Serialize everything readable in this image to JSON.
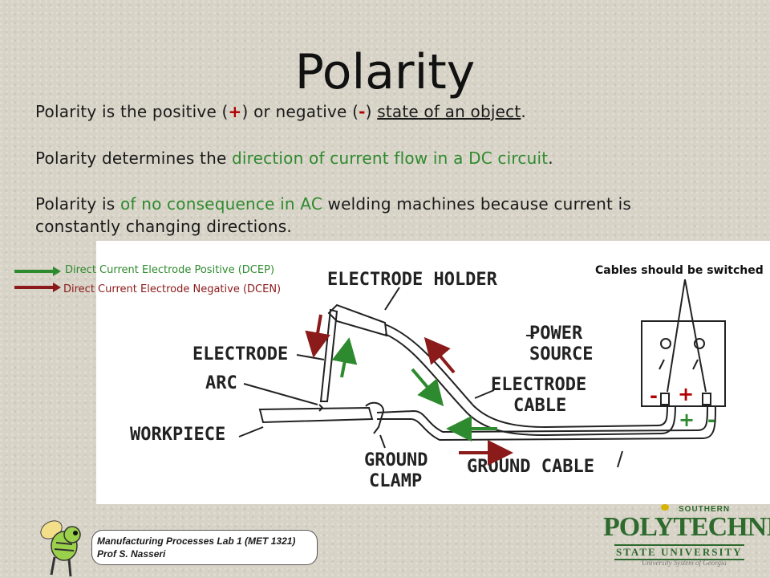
{
  "title": "Polarity",
  "body": {
    "line1_a": "Polarity is the positive (",
    "line1_plus": "+",
    "line1_b": ") or negative (",
    "line1_minus": "-",
    "line1_c": ") ",
    "line1_u": "state of an object",
    "line1_d": ".",
    "line2_a": "Polarity determines the ",
    "line2_green": "direction of current flow in a DC circuit",
    "line2_b": ".",
    "line3_a": "Polarity is ",
    "line3_green": "of no consequence in AC",
    "line3_b": " welding machines because current is",
    "line4": "constantly changing directions."
  },
  "legend": {
    "dcep": "Direct Current Electrode Positive (DCEP)",
    "dcen": "Direct Current Electrode Negative (DCEN)"
  },
  "diagram_labels": {
    "electrode_holder": "ELECTRODE HOLDER",
    "power_source_1": "POWER",
    "power_source_2": "SOURCE",
    "electrode": "ELECTRODE",
    "arc": "ARC",
    "electrode_cable_1": "ELECTRODE",
    "electrode_cable_2": "CABLE",
    "workpiece": "WORKPIECE",
    "ground_clamp_1": "GROUND",
    "ground_clamp_2": "CLAMP",
    "ground_cable": "GROUND CABLE"
  },
  "cables_note": "Cables should be switched",
  "terminal_signs": {
    "top_left": "-",
    "top_right": "+",
    "bottom_left": "+",
    "bottom_right": "-"
  },
  "footer": {
    "line1": "Manufacturing Processes Lab 1 (MET 1321)",
    "line2": "Prof S. Nasseri"
  },
  "logo": {
    "southern": "SOUTHERN",
    "polytechnic": "POLYTECHNIC",
    "state_university": "STATE UNIVERSITY",
    "usg": "University System of Georgia"
  },
  "colors": {
    "dcep_arrow": "#2e8a2e",
    "dcen_arrow": "#8b1a1a",
    "positive": "#b00000",
    "emphasis_green": "#2e8a2e",
    "logo_green": "#2d6a2d"
  }
}
